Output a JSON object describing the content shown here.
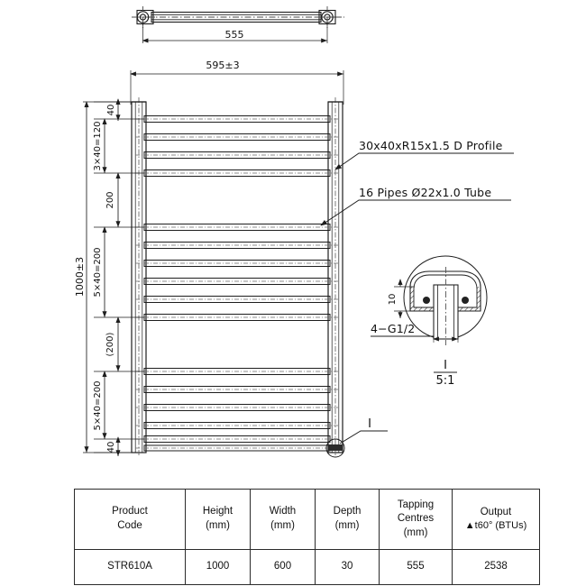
{
  "drawing": {
    "title": "Straight Ladder Towel Rail Technical Drawing",
    "top_view": {
      "dimension_label": "555"
    },
    "front_view": {
      "width_dimension": "595±3",
      "height_dimension": "1000±3",
      "left_chain": [
        "40",
        "3×40=120",
        "200",
        "5×40=200",
        "(200)",
        "5×40=200",
        "40"
      ],
      "bars_top_group": 4,
      "bars_middle_group": 6,
      "bars_bottom_group": 6
    },
    "callouts": [
      {
        "id": "profile",
        "text": "30x40xR15x1.5  D Profile"
      },
      {
        "id": "pipes",
        "text": "16  Pipes  Ø22x1.0  Tube"
      }
    ],
    "detail_view": {
      "marker": "I",
      "scale": "5:1",
      "thickness_label": "10",
      "thread_label": "4−G1/2"
    }
  },
  "table": {
    "columns": [
      {
        "key": "code",
        "line1": "Product",
        "line2": "Code",
        "line3": ""
      },
      {
        "key": "height",
        "line1": "Height",
        "line2": "(mm)",
        "line3": ""
      },
      {
        "key": "width",
        "line1": "Width",
        "line2": "(mm)",
        "line3": ""
      },
      {
        "key": "depth",
        "line1": "Depth",
        "line2": "(mm)",
        "line3": ""
      },
      {
        "key": "tap",
        "line1": "Tapping",
        "line2": "Centres",
        "line3": "(mm)"
      },
      {
        "key": "output",
        "line1": "Output",
        "line2": "▲t60° (BTUs)",
        "line3": ""
      }
    ],
    "rows": [
      {
        "code": "STR610A",
        "height": "1000",
        "width": "600",
        "depth": "30",
        "tap": "555",
        "output": "2538"
      }
    ]
  },
  "colors": {
    "line": "#1d1d1d",
    "hatch": "#3a3a3a",
    "center": "#555555",
    "background": "#ffffff"
  }
}
